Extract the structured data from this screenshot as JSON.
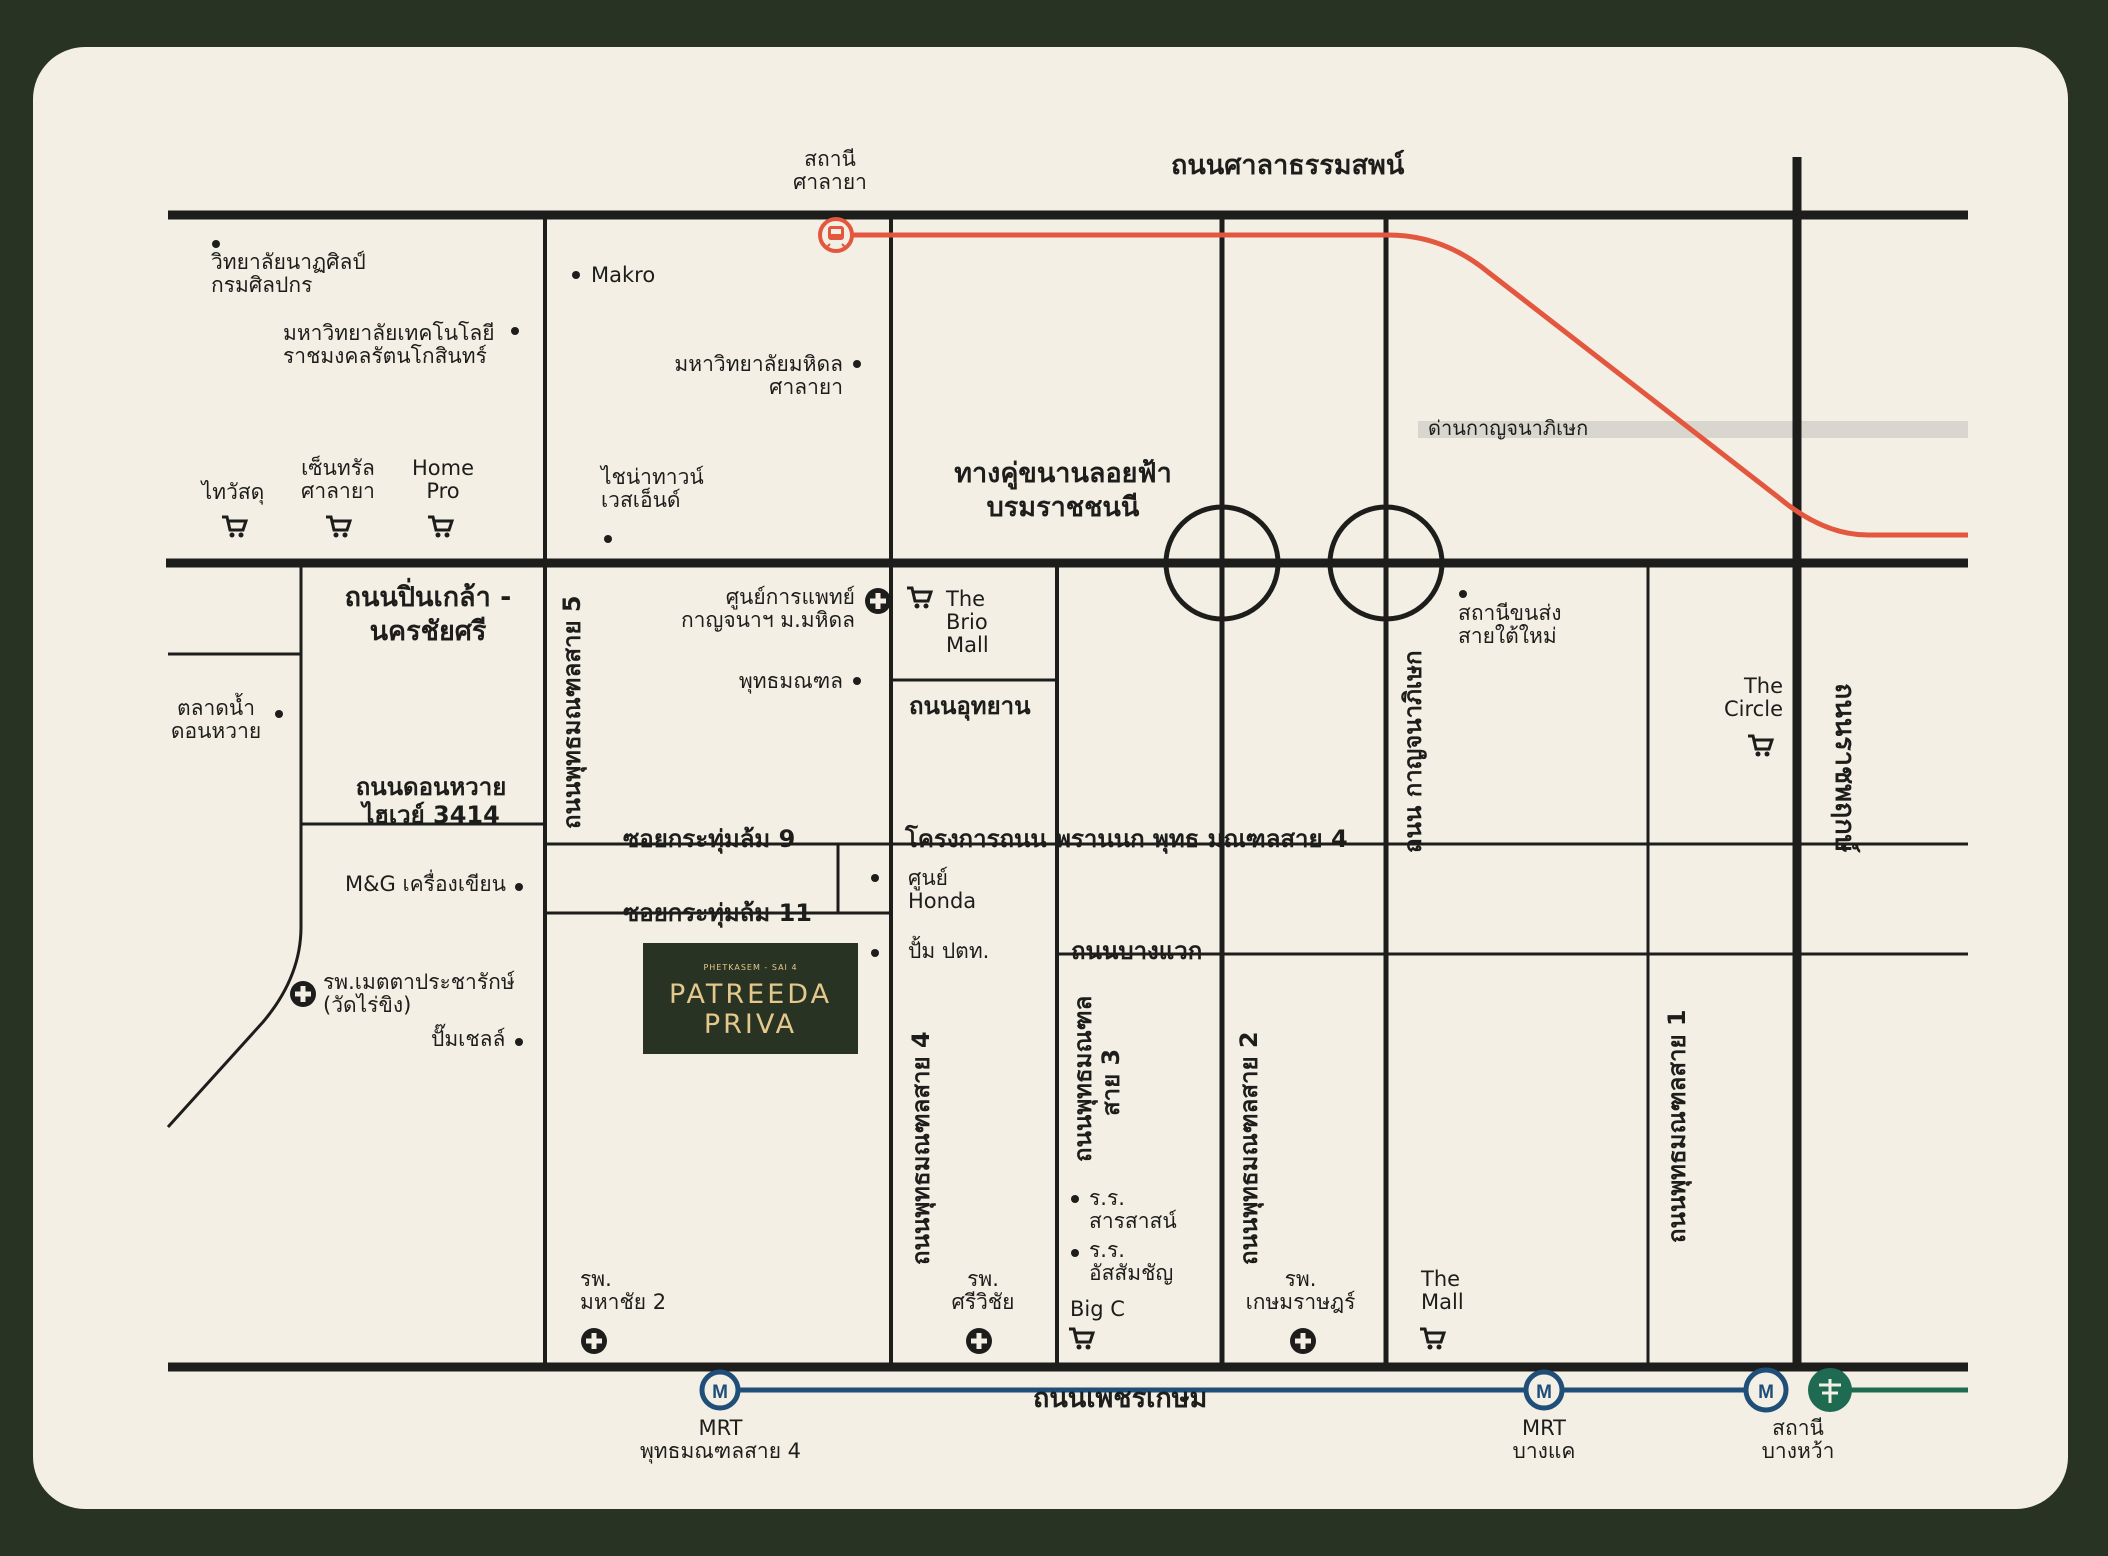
{
  "roads": {
    "sala_thammasop": "ถนนศาลาธรรมสพน์",
    "phet_kasem": "ถนนเพชรเกษม",
    "parallel_top": "ทางคู่ขนานลอยฟ้า",
    "parallel_bottom": "บรมราชชนนี",
    "pinklao_1": "ถนนปิ่นเกล้า -",
    "pinklao_2": "นครชัยศรี",
    "donwai_1": "ถนนดอนหวาย",
    "donwai_2": "ไฮเวย์ 3414",
    "soi_9": "ซอยกระทุ่มล้ม 9",
    "soi_11": "ซอยกระทุ่มล้ม 11",
    "utthayan": "ถนนอุทยาน",
    "project_road": "โครงการถนน พรานนก พุทธ มณฑลสาย 4",
    "bang_waek": "ถนนบางแวก",
    "sai5": "ถนนพุทธมณฑลสาย 5",
    "sai4": "ถนนพุทธมณฑลสาย 4",
    "sai3_1": "ถนนพุทธมณฑล",
    "sai3_2": "สาย 3",
    "sai2": "ถนนพุทธมณฑลสาย 2",
    "sai1": "ถนนพุทธมณฑลสาย 1",
    "kanchana": "ถนน  กาญจนาภิเษก",
    "ratchaphruek": "ถนนราชพฤกษ์",
    "toll": "ด่านกาญจนาภิเษก"
  },
  "places": {
    "fine_arts_1": "วิทยาลัยนาฏศิลป์",
    "fine_arts_2": "กรมศิลปกร",
    "rmutr_1": "มหาวิทยาลัยเทคโนโลยี",
    "rmutr_2": "ราชมงคลรัตนโกสินทร์",
    "makro": "Makro",
    "mahidol_1": "มหาวิทยาลัยมหิดล",
    "mahidol_2": "ศาลายา",
    "thaiwatsadu": "ไทวัสดุ",
    "central_1": "เซ็นทรัล",
    "central_2": "ศาลายา",
    "homepro_1": "Home",
    "homepro_2": "Pro",
    "chaina_1": "ไชน่าทาวน์",
    "chaina_2": "เวสเอ็นด์",
    "medical_1": "ศูนย์การแพทย์",
    "medical_2": "กาญจนาฯ ม.มหิดล",
    "buddhamonthon": "พุทธมณฑล",
    "brio_1": "The",
    "brio_2": "Brio",
    "brio_3": "Mall",
    "market_1": "ตลาดน้ำ",
    "market_2": "ดอนหวาย",
    "mg": "M&G เครื่องเขียน",
    "metta_1": "รพ.เมตตาประชารักษ์",
    "metta_2": "(วัดไร่ขิง)",
    "pumsales": "ปั๊มเชลล์",
    "honda_1": "ศูนย์",
    "honda_2": "Honda",
    "ptt": "ปั้ม ปตท.",
    "bus_1": "สถานีขนส่ง",
    "bus_2": "สายใต้ใหม่",
    "circle_1": "The",
    "circle_2": "Circle",
    "mahachai_1": "รพ.",
    "mahachai_2": "มหาชัย 2",
    "sriwichai_1": "รพ.",
    "sriwichai_2": "ศรีวิชัย",
    "sarasas_1": "ร.ร.",
    "sarasas_2": "สารสาสน์",
    "assum_1": "ร.ร.",
    "assum_2": "อัสสัมชัญ",
    "bigc": "Big C",
    "kasem_1": "รพ.",
    "kasem_2": "เกษมราษฎร์",
    "themall_1": "The",
    "themall_2": "Mall"
  },
  "stations": {
    "salaya_1": "สถานี",
    "salaya_2": "ศาลายา",
    "mrt_sai4_1": "MRT",
    "mrt_sai4_2": "พุทธมณฑลสาย 4",
    "mrt_bangkhae_1": "MRT",
    "mrt_bangkhae_2": "บางแค",
    "bangwa_1": "สถานี",
    "bangwa_2": "บางหว้า",
    "mrt_letter": "M"
  },
  "project": {
    "tag": "PHETKASEM - SAI 4",
    "line1": "PATREEDA",
    "line2": "PRIVA"
  },
  "colors": {
    "background": "#283323",
    "card": "#f3efe4",
    "road": "#1d1d1b",
    "srt_red": "#e4573f",
    "mrt_blue": "#1f4e79",
    "bts_green": "#1e6b52",
    "logo_bg": "#283323",
    "logo_gold": "#e4c88c"
  },
  "icons": [
    "train-icon",
    "mrt-icon",
    "bts-icon",
    "cart-icon",
    "hospital-cross-icon",
    "dot-marker"
  ]
}
